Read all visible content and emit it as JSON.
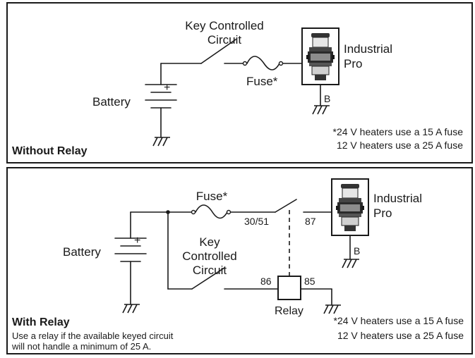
{
  "panel1": {
    "key_label_line1": "Key Controlled",
    "key_label_line2": "Circuit",
    "fuse_label": "Fuse*",
    "battery_label": "Battery",
    "battery_plus": "+",
    "heater_name_line1": "Industrial",
    "heater_name_line2": "Pro",
    "terminal_label": "B",
    "note_line1": "*24 V heaters use a 15 A fuse",
    "note_line2": "12 V heaters use a 25 A fuse",
    "title": "Without Relay"
  },
  "panel2": {
    "fuse_label": "Fuse*",
    "terminal_30_51": "30/51",
    "terminal_87": "87",
    "heater_name_line1": "Industrial",
    "heater_name_line2": "Pro",
    "terminal_label": "B",
    "battery_label": "Battery",
    "battery_plus": "+",
    "key_label_line1": "Key",
    "key_label_line2": "Controlled",
    "key_label_line3": "Circuit",
    "terminal_86": "86",
    "terminal_85": "85",
    "relay_label": "Relay",
    "title": "With Relay",
    "desc_line1": "Use a relay if the available keyed circuit",
    "desc_line2": "will not handle a minimum of 25 A.",
    "note_line1": "*24 V heaters use a 15 A fuse",
    "note_line2": "12 V heaters use a 25 A fuse"
  }
}
